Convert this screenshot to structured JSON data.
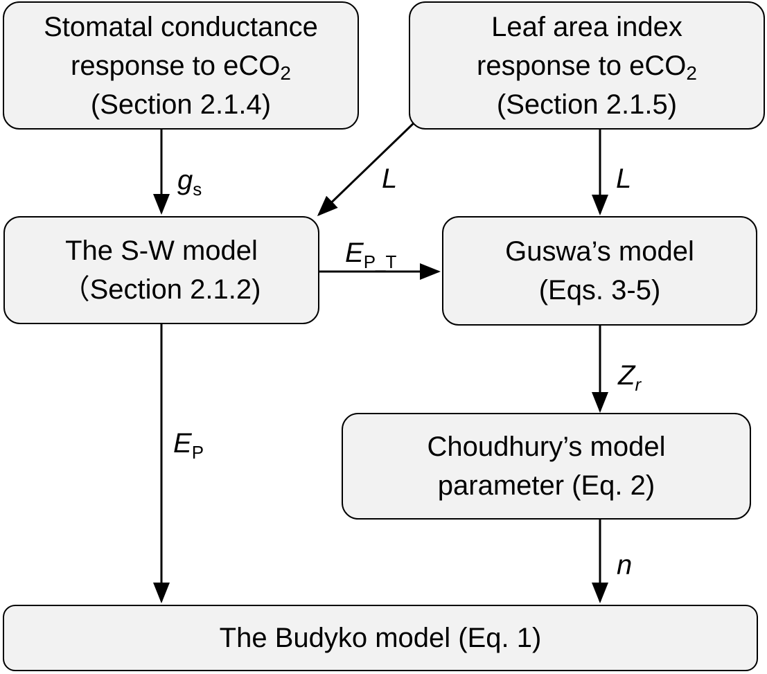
{
  "diagram": {
    "boxes": {
      "stomatal": {
        "line1": "Stomatal conductance",
        "line2_text": "response to eCO",
        "line2_sub": "2",
        "line3": "(Section 2.1.4)"
      },
      "leaf": {
        "line1": "Leaf area index",
        "line2_text": "response to eCO",
        "line2_sub": "2",
        "line3": "(Section 2.1.5)"
      },
      "sw": {
        "line1": "The S-W model",
        "line2": "（Section 2.1.2)"
      },
      "guswa": {
        "line1": "Guswa’s model",
        "line2": "(Eqs. 3-5)"
      },
      "choudhury": {
        "line1": "Choudhury’s model",
        "line2": "parameter (Eq. 2)"
      },
      "budyko": {
        "line1": "The Budyko model (Eq. 1)"
      }
    },
    "edges": {
      "gs": {
        "main": "g",
        "sub": "s"
      },
      "L_diag": {
        "main": "L"
      },
      "L_down": {
        "main": "L"
      },
      "ept": {
        "main": "E",
        "sub": "P_T"
      },
      "zr": {
        "main": "Z",
        "sub": "r"
      },
      "ep": {
        "main": "E",
        "sub": "P"
      },
      "n": {
        "main": "n"
      }
    }
  }
}
